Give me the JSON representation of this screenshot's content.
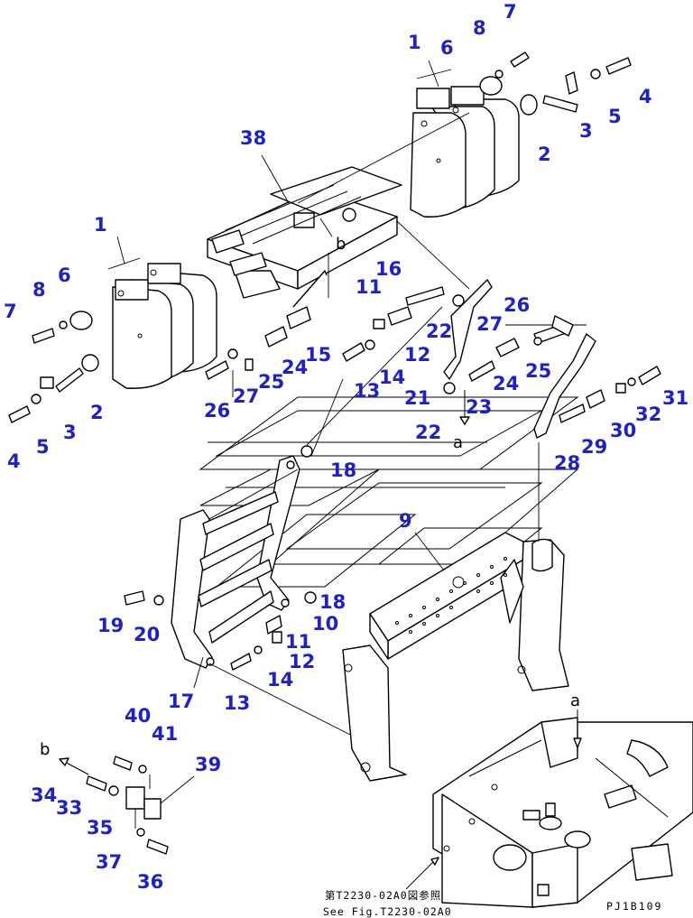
{
  "callouts": [
    {
      "id": "c-1a",
      "text": "1"
    },
    {
      "id": "c-6a",
      "text": "6"
    },
    {
      "id": "c-8a",
      "text": "8"
    },
    {
      "id": "c-7a",
      "text": "7"
    },
    {
      "id": "c-4a",
      "text": "4"
    },
    {
      "id": "c-5a",
      "text": "5"
    },
    {
      "id": "c-3a",
      "text": "3"
    },
    {
      "id": "c-2a",
      "text": "2"
    },
    {
      "id": "c-38",
      "text": "38"
    },
    {
      "id": "c-1b",
      "text": "1"
    },
    {
      "id": "c-6b",
      "text": "6"
    },
    {
      "id": "c-8b",
      "text": "8"
    },
    {
      "id": "c-7b",
      "text": "7"
    },
    {
      "id": "c-2b",
      "text": "2"
    },
    {
      "id": "c-3b",
      "text": "3"
    },
    {
      "id": "c-4b",
      "text": "4"
    },
    {
      "id": "c-5b",
      "text": "5"
    },
    {
      "id": "c-16",
      "text": "16"
    },
    {
      "id": "c-11a",
      "text": "11"
    },
    {
      "id": "c-22a",
      "text": "22"
    },
    {
      "id": "c-26a",
      "text": "26"
    },
    {
      "id": "c-27a",
      "text": "27"
    },
    {
      "id": "c-15",
      "text": "15"
    },
    {
      "id": "c-24a",
      "text": "24"
    },
    {
      "id": "c-12a",
      "text": "12"
    },
    {
      "id": "c-13a",
      "text": "13"
    },
    {
      "id": "c-14a",
      "text": "14"
    },
    {
      "id": "c-25a",
      "text": "25"
    },
    {
      "id": "c-26b",
      "text": "26"
    },
    {
      "id": "c-27b",
      "text": "27"
    },
    {
      "id": "c-25b",
      "text": "25"
    },
    {
      "id": "c-24b",
      "text": "24"
    },
    {
      "id": "c-21",
      "text": "21"
    },
    {
      "id": "c-23",
      "text": "23"
    },
    {
      "id": "c-22b",
      "text": "22"
    },
    {
      "id": "c-31",
      "text": "31"
    },
    {
      "id": "c-32",
      "text": "32"
    },
    {
      "id": "c-30",
      "text": "30"
    },
    {
      "id": "c-29",
      "text": "29"
    },
    {
      "id": "c-28",
      "text": "28"
    },
    {
      "id": "c-18a",
      "text": "18"
    },
    {
      "id": "c-9",
      "text": "9"
    },
    {
      "id": "c-18b",
      "text": "18"
    },
    {
      "id": "c-10",
      "text": "10"
    },
    {
      "id": "c-11b",
      "text": "11"
    },
    {
      "id": "c-12b",
      "text": "12"
    },
    {
      "id": "c-14b",
      "text": "14"
    },
    {
      "id": "c-13b",
      "text": "13"
    },
    {
      "id": "c-19",
      "text": "19"
    },
    {
      "id": "c-20",
      "text": "20"
    },
    {
      "id": "c-17",
      "text": "17"
    },
    {
      "id": "c-40",
      "text": "40"
    },
    {
      "id": "c-41",
      "text": "41"
    },
    {
      "id": "c-39",
      "text": "39"
    },
    {
      "id": "c-34",
      "text": "34"
    },
    {
      "id": "c-33",
      "text": "33"
    },
    {
      "id": "c-35",
      "text": "35"
    },
    {
      "id": "c-37",
      "text": "37"
    },
    {
      "id": "c-36",
      "text": "36"
    }
  ],
  "letters": {
    "b_main": "b",
    "a_main": "a",
    "a_frame": "a",
    "b_detail": "b"
  },
  "notes": {
    "ref_jp": "第T2230-02A0図参照",
    "ref_en": "See Fig.T2230-02A0",
    "drawing_code": "PJ1B109"
  }
}
